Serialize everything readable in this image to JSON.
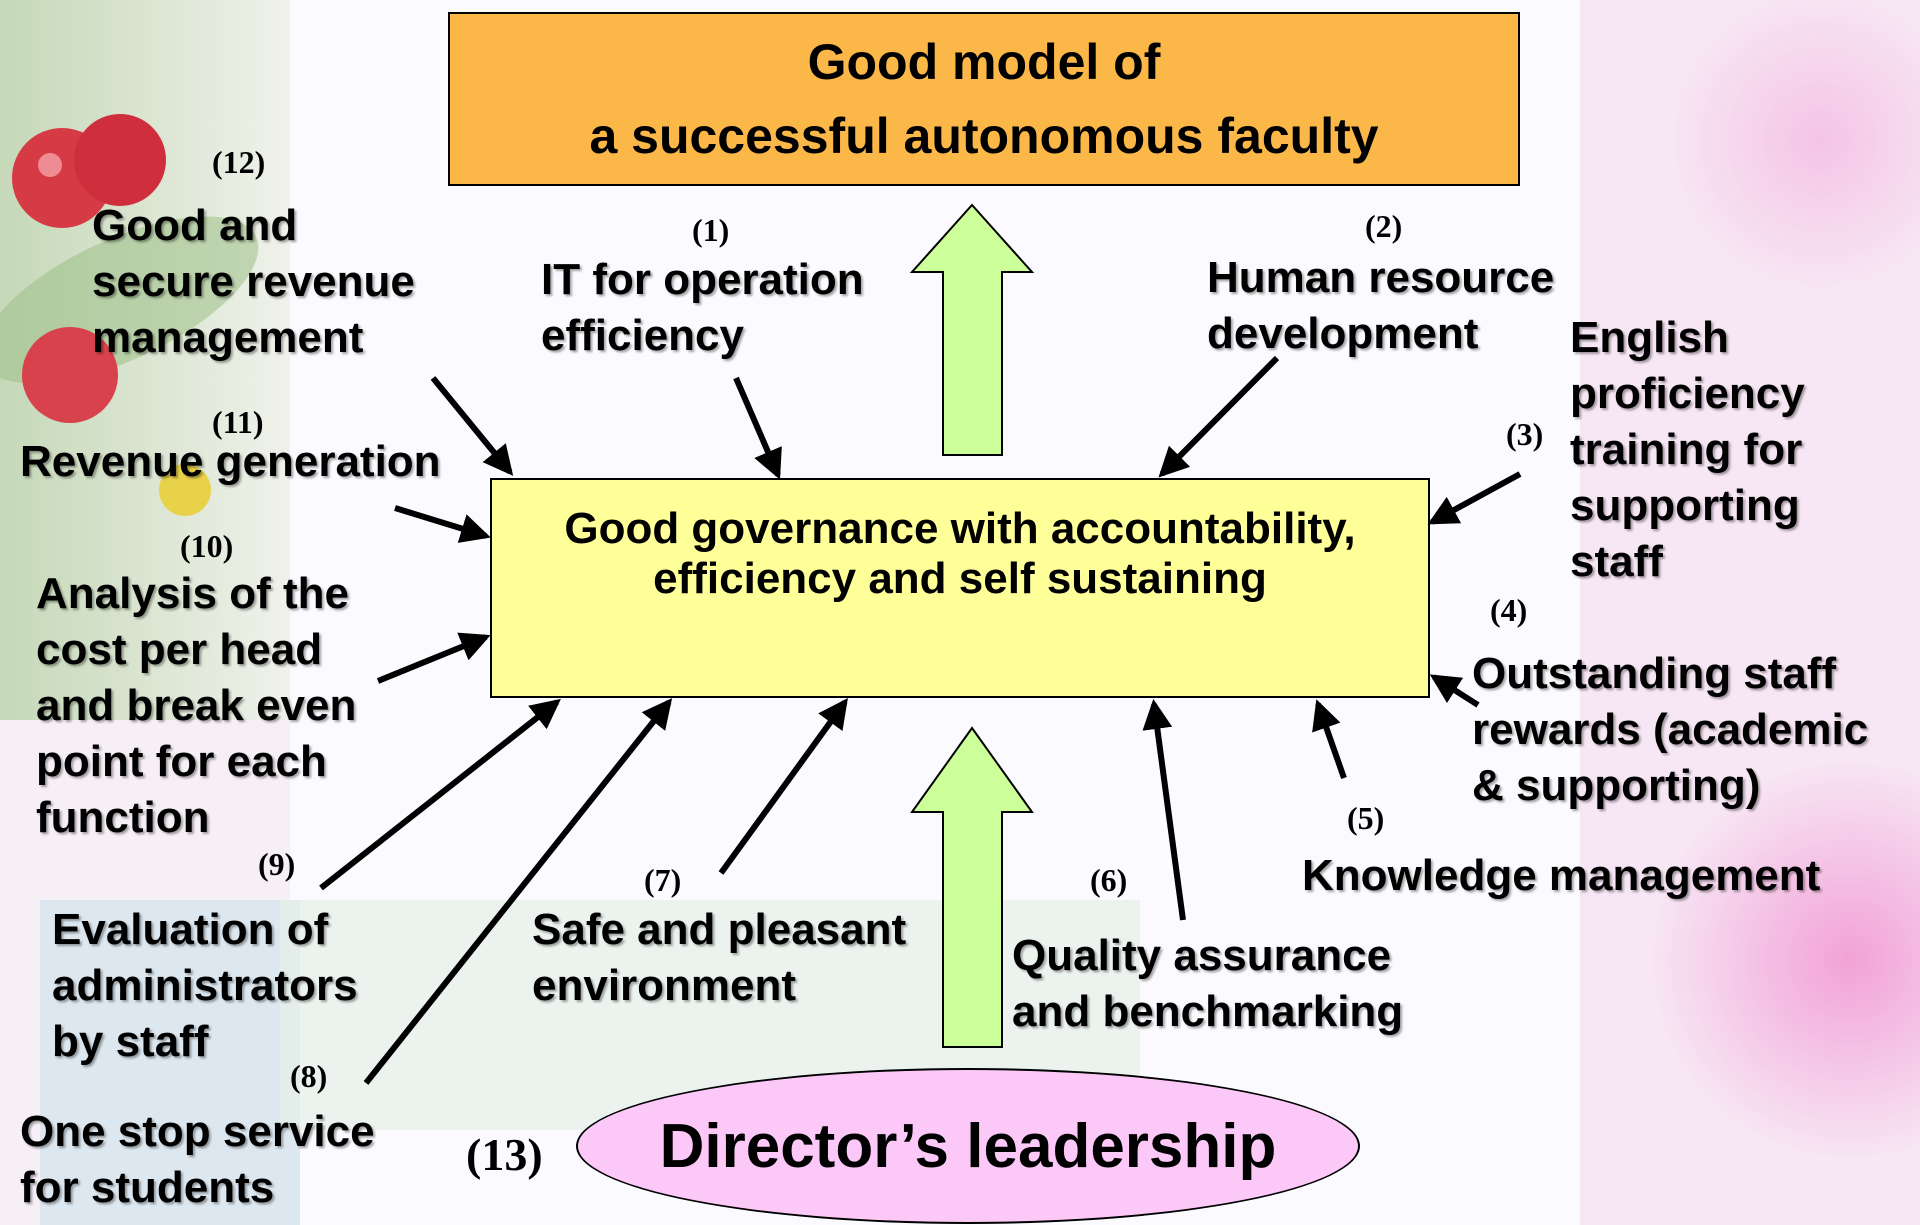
{
  "goal": {
    "line1": "Good model of",
    "line2": "a successful autonomous faculty"
  },
  "core": {
    "line1": "Good governance with accountability,",
    "line2": "efficiency and self sustaining"
  },
  "leadership": {
    "label": "Director’s leadership",
    "number": "(13)"
  },
  "factors": [
    {
      "number": "(1)",
      "lines": [
        "IT for operation",
        "efficiency"
      ]
    },
    {
      "number": "(2)",
      "lines": [
        "Human resource",
        "development"
      ]
    },
    {
      "number": "(3)",
      "lines": [
        "English",
        "proficiency",
        "training for",
        "supporting",
        "staff"
      ]
    },
    {
      "number": "(4)",
      "lines": [
        "Outstanding staff",
        "rewards (academic",
        "& supporting)"
      ]
    },
    {
      "number": "(5)",
      "lines": [
        "Knowledge management"
      ]
    },
    {
      "number": "(6)",
      "lines": [
        "Quality assurance",
        "and benchmarking"
      ]
    },
    {
      "number": "(7)",
      "lines": [
        "Safe and pleasant",
        "environment"
      ]
    },
    {
      "number": "(8)",
      "lines": [
        "One stop service",
        "for students"
      ]
    },
    {
      "number": "(9)",
      "lines": [
        "Evaluation of",
        "administrators",
        "by staff"
      ]
    },
    {
      "number": "(10)",
      "lines": [
        "Analysis of the",
        "cost per head",
        "and break even",
        "point for each",
        "function"
      ]
    },
    {
      "number": "(11)",
      "lines": [
        "Revenue generation"
      ]
    },
    {
      "number": "(12)",
      "lines": [
        "Good and",
        "secure revenue",
        "management"
      ]
    }
  ],
  "colors": {
    "goal_fill": "#fbb848",
    "core_fill": "#ffff99",
    "leadership_fill": "#fcc8f8",
    "big_arrow_fill": "#ccff99"
  }
}
